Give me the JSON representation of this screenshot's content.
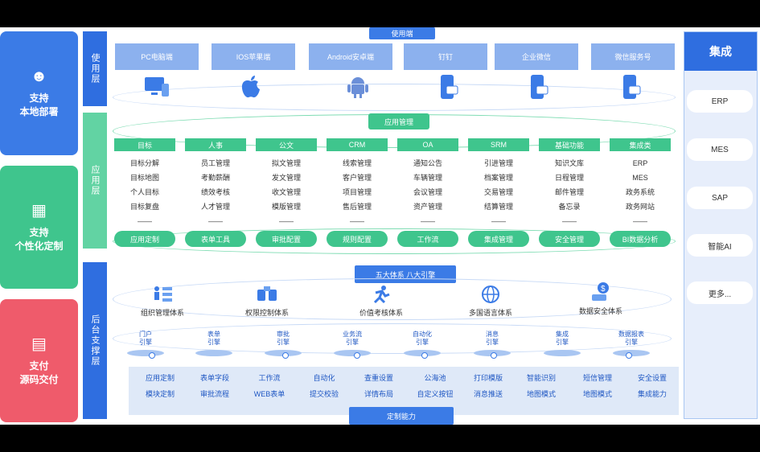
{
  "left_cards": [
    {
      "label1": "支持",
      "label2": "本地部署",
      "icon": "user-icon",
      "glyph": "&#9786;",
      "color": "#3b7be6"
    },
    {
      "label1": "支持",
      "label2": "个性化定制",
      "icon": "panel-icon",
      "glyph": "&#9638;",
      "color": "#3fc58d"
    },
    {
      "label1": "支付",
      "label2": "源码交付",
      "icon": "clapper-icon",
      "glyph": "&#9931;",
      "color": "#ef5b6b"
    }
  ],
  "section_labels": {
    "usage": "使用层",
    "app": "应用层",
    "backend": "后台支撑层"
  },
  "usage": {
    "tab": "使用端",
    "devices": [
      "PC电脑端",
      "IOS苹果端",
      "Android安卓端",
      "钉钉",
      "企业微信",
      "微信服务号"
    ]
  },
  "app": {
    "tab": "应用管理",
    "modules": [
      {
        "name": "目标",
        "items": [
          "目标分解",
          "目标地图",
          "个人目标",
          "目标复盘",
          "——"
        ],
        "footer": "应用定制"
      },
      {
        "name": "人事",
        "items": [
          "员工管理",
          "考勤薪酬",
          "绩效考核",
          "人才管理",
          "——"
        ],
        "footer": "表单工具"
      },
      {
        "name": "公文",
        "items": [
          "拟文管理",
          "发文管理",
          "收文管理",
          "模版管理",
          "——"
        ],
        "footer": "审批配置"
      },
      {
        "name": "CRM",
        "items": [
          "线索管理",
          "客户管理",
          "项目管理",
          "售后管理",
          "——"
        ],
        "footer": "规则配置"
      },
      {
        "name": "OA",
        "items": [
          "通知公告",
          "车辆管理",
          "会议管理",
          "资产管理",
          "——"
        ],
        "footer": "工作流"
      },
      {
        "name": "SRM",
        "items": [
          "引进管理",
          "档案管理",
          "交易管理",
          "结算管理",
          "——"
        ],
        "footer": "集成管理"
      },
      {
        "name": "基础功能",
        "items": [
          "知识文库",
          "日程管理",
          "邮件管理",
          "备忘录",
          "——"
        ],
        "footer": "安全管理"
      },
      {
        "name": "集成类",
        "items": [
          "ERP",
          "MES",
          "政务系统",
          "政务网站",
          "——"
        ],
        "footer": "BI数据分析"
      }
    ]
  },
  "backend": {
    "tab": "五大体系 八大引擎",
    "systems": [
      {
        "label": "组织管理体系",
        "icon": "org-icon"
      },
      {
        "label": "权限控制体系",
        "icon": "permission-icon"
      },
      {
        "label": "价值考核体系",
        "icon": "runner-icon"
      },
      {
        "label": "多国语言体系",
        "icon": "globe-icon"
      },
      {
        "label": "数据安全体系",
        "icon": "secure-data-icon"
      }
    ],
    "engines": [
      "门户\n引擎",
      "表单\n引擎",
      "审批\n引擎",
      "业务流\n引擎",
      "自动化\n引擎",
      "消息\n引擎",
      "集成\n引擎",
      "数据报表\n引擎"
    ],
    "capabilities": [
      [
        "应用定制",
        "模块定制"
      ],
      [
        "表单字段",
        "审批流程"
      ],
      [
        "工作流",
        "WEB表单"
      ],
      [
        "自动化",
        "提交校验"
      ],
      [
        "查重设置",
        "详情布局"
      ],
      [
        "公海池",
        "自定义按钮"
      ],
      [
        "打印模版",
        "消息推送"
      ],
      [
        "智能识别",
        "地图模式"
      ],
      [
        "短信管理",
        "地图模式"
      ],
      [
        "安全设置",
        "集成能力"
      ]
    ],
    "bottom_tab": "定制能力"
  },
  "integration": {
    "title": "集成",
    "items": [
      "ERP",
      "MES",
      "SAP",
      "智能AI",
      "更多..."
    ]
  },
  "colors": {
    "blue": "#2f6ee0",
    "green": "#3fc58d",
    "red": "#ef5b6b",
    "light_blue": "#8cb1ee"
  }
}
